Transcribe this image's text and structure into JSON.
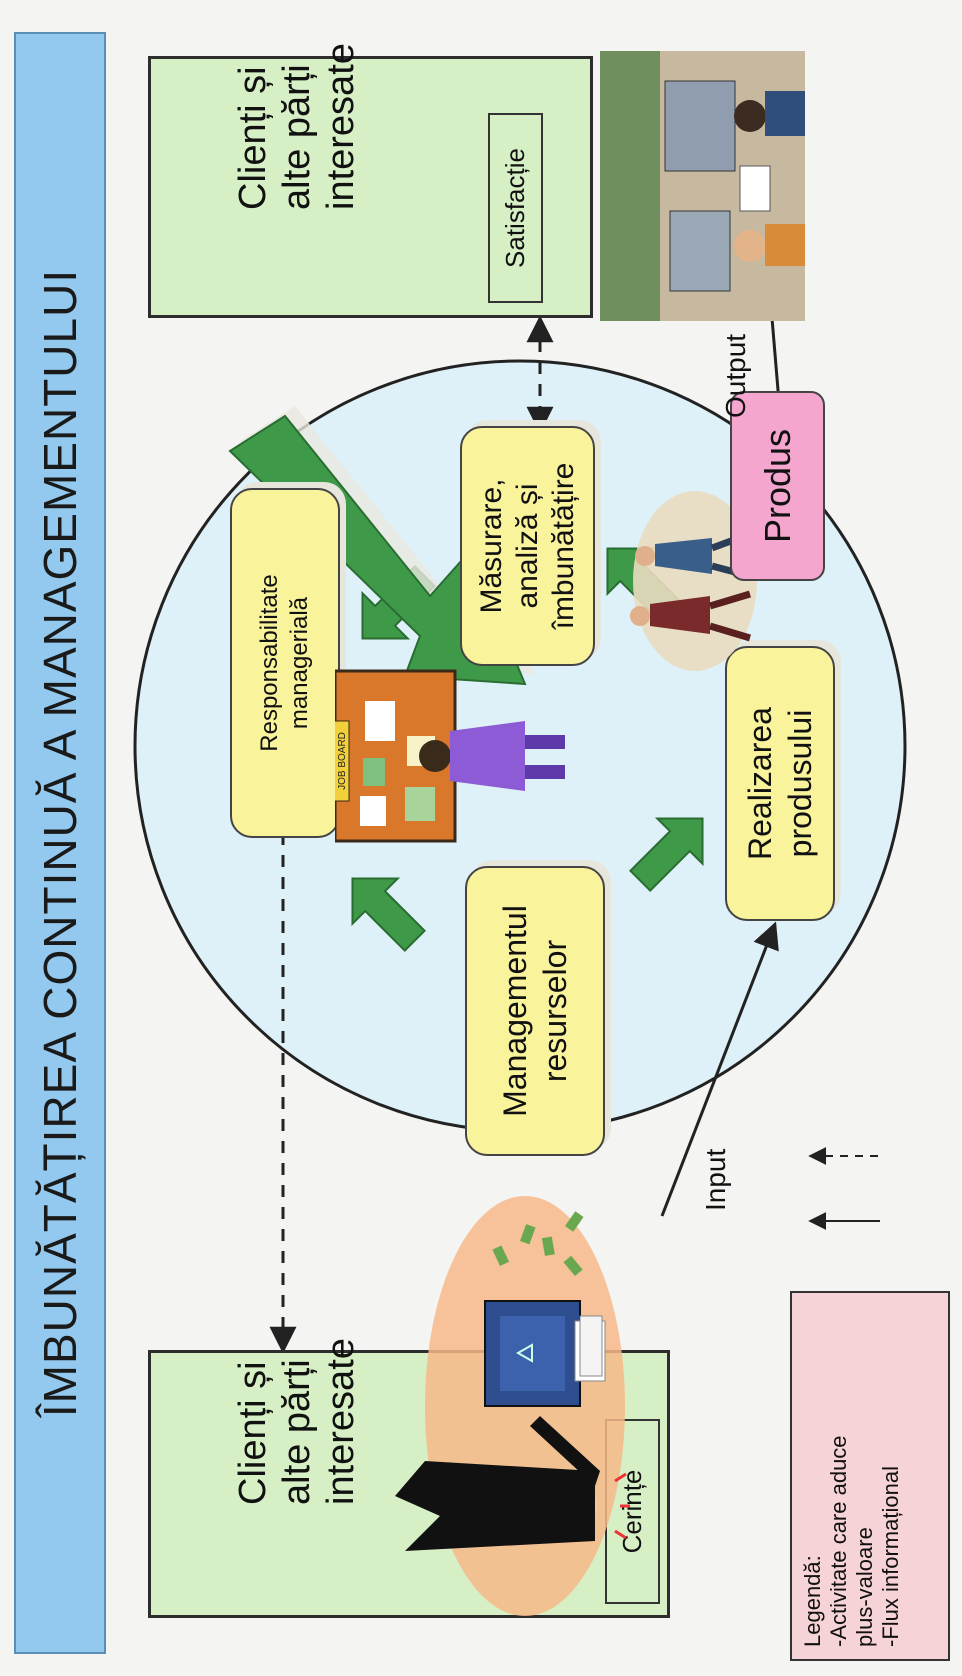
{
  "title": "ÎMBUNĂTĂȚIREA CONTINUĂ A MANAGEMENTULUI",
  "left_box": {
    "title_lines": [
      "Clienți și",
      "alte părți",
      "interesate"
    ],
    "inner_label": "Cerințe"
  },
  "right_box": {
    "title_lines": [
      "Clienți și",
      "alte părți",
      "interesate"
    ],
    "inner_label": "Satisfacție"
  },
  "processes": {
    "responsibility": [
      "Responsabilitate",
      "managerială"
    ],
    "resources": [
      "Managementul",
      "resurselor"
    ],
    "realization": [
      "Realizarea",
      "produsului"
    ],
    "measurement": [
      "Măsurare,",
      "analiză și",
      "îmbunătățire"
    ]
  },
  "product_label": "Produs",
  "flow_labels": {
    "input": "Input",
    "output": "Output"
  },
  "job_board_label": "JOB BOARD",
  "legend": {
    "heading": "Legendă:",
    "solid_line_lines": [
      "-Activitate care aduce",
      "plus-valoare"
    ],
    "dashed_line": "-Flux informațional"
  },
  "colors": {
    "title_bg": "#93c9ee",
    "stakeholder_box": "#d6efc4",
    "process_box": "#f9f39c",
    "product_box": "#f4a6cf",
    "legend_box": "#f6d3d6",
    "arrow_green": "#3e9a48",
    "circle_fill": "#dff1f8"
  },
  "icons": [
    "businessman-with-paper-stack-icon",
    "job-board-woman-icon",
    "walking-businessmen-icon",
    "office-workers-photo-icon"
  ]
}
